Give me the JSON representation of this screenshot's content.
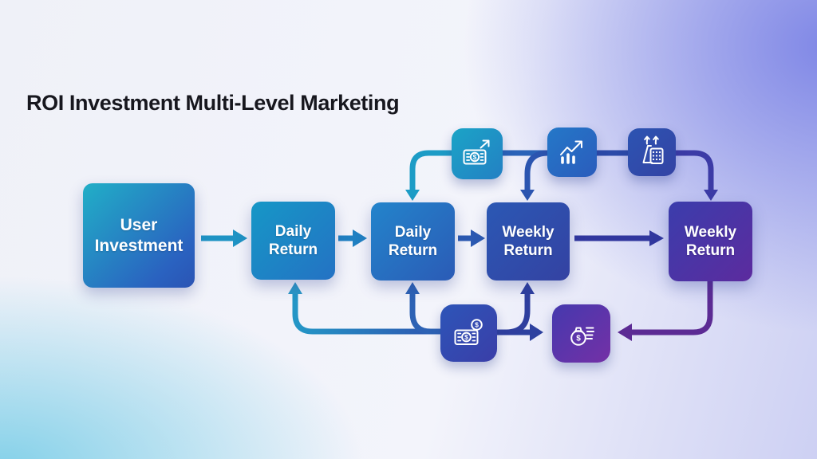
{
  "title": "ROI Investment Multi-Level Marketing",
  "colors": {
    "teal": "#21AFC7",
    "blue": "#2472C4",
    "indigo": "#3442A2",
    "purple": "#5C2B9E",
    "background_cyan": "#7ECFE8",
    "background_periwinkle": "#7A82E5",
    "title_text": "#17171E"
  },
  "nodes": [
    {
      "id": "user-investment",
      "label": "User Investment"
    },
    {
      "id": "daily-return-1",
      "label": "Daily Return"
    },
    {
      "id": "daily-return-2",
      "label": "Daily Return"
    },
    {
      "id": "weekly-return-1",
      "label": "Weekly Return"
    },
    {
      "id": "weekly-return-2",
      "label": "Weekly Return"
    }
  ],
  "icons": [
    {
      "name": "cash-growth-icon"
    },
    {
      "name": "chart-growth-icon"
    },
    {
      "name": "calculator-growth-icon"
    },
    {
      "name": "cash-coin-icon"
    },
    {
      "name": "money-bag-icon"
    }
  ]
}
